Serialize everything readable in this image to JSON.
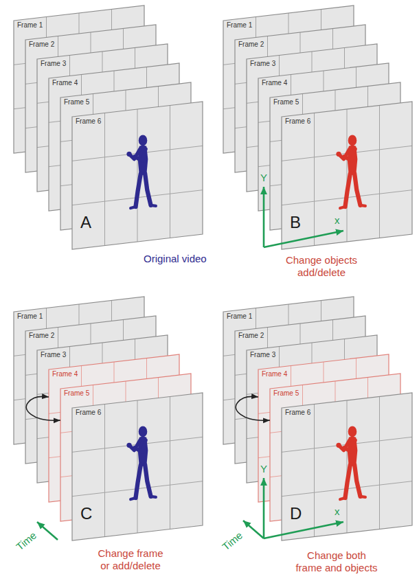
{
  "diagram": {
    "nodes": [
      {
        "text": [
          "Frame 1"
        ]
      },
      {
        "text": [
          "Frame 2"
        ]
      },
      {
        "text": [
          "Frame 3"
        ]
      },
      {
        "text": [
          "Frame 4"
        ]
      },
      {
        "text": [
          "Frame 5"
        ]
      },
      {
        "text": [
          "Frame 6",
          "A"
        ]
      },
      {
        "text": [
          "Frame 1"
        ]
      },
      {
        "text": [
          "Frame 2"
        ]
      },
      {
        "text": [
          "Frame 3"
        ]
      },
      {
        "text": [
          "Frame 4"
        ]
      },
      {
        "text": [
          "Frame 5"
        ]
      },
      {
        "text": [
          "Frame 6",
          "B"
        ]
      },
      {
        "text": [
          "Frame 1"
        ]
      },
      {
        "text": [
          "Frame 2"
        ]
      },
      {
        "text": [
          "Frame 3"
        ]
      },
      {
        "text": [
          "Frame 4"
        ]
      },
      {
        "text": [
          "Frame 5"
        ]
      },
      {
        "text": [
          "Frame 6",
          "C"
        ]
      },
      {
        "text": [
          "Frame 1"
        ]
      },
      {
        "text": [
          "Frame 2"
        ]
      },
      {
        "text": [
          "Frame 3"
        ]
      },
      {
        "text": [
          "Frame 4"
        ]
      },
      {
        "text": [
          "Frame 5"
        ]
      },
      {
        "text": [
          "Frame 6",
          "D"
        ]
      }
    ],
    "edges": [
      {
        "from": 15,
        "to": 16,
        "arrow": "both"
      },
      {
        "from": 21,
        "to": 22,
        "arrow": "both"
      }
    ],
    "labels": [
      "Original video",
      "Y",
      "x",
      "Change objects add/delete",
      "Time",
      "Change frame or add/delete",
      "Time",
      "Y",
      "x",
      "Change both frame and objects"
    ]
  }
}
